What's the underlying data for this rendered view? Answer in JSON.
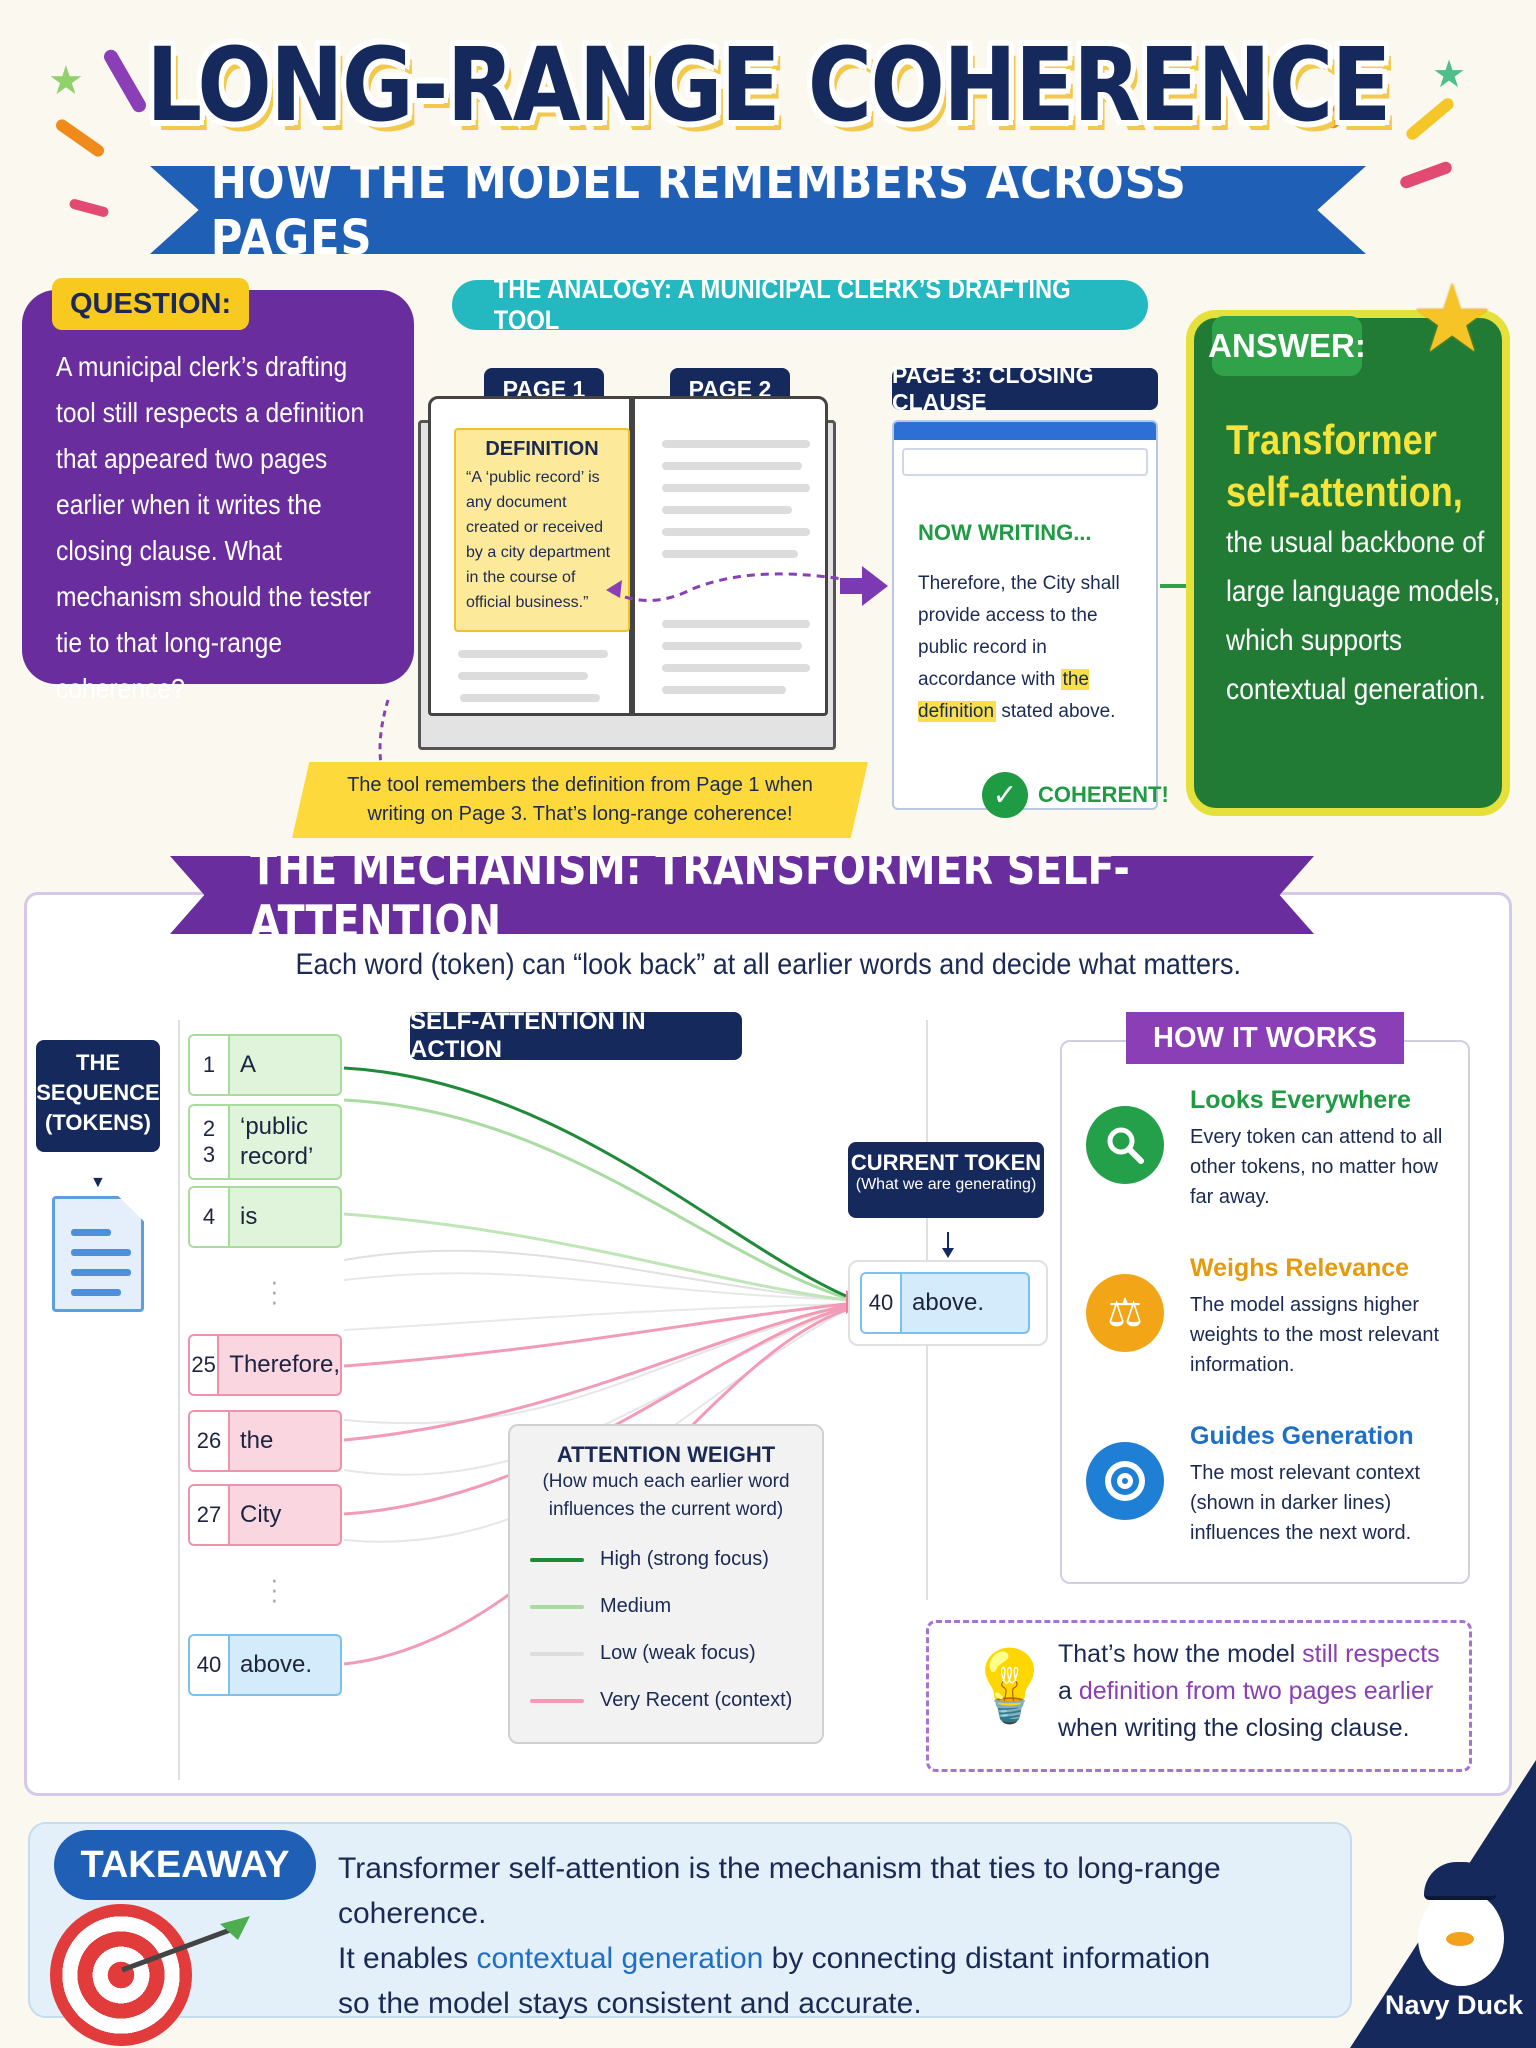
{
  "header": {
    "title": "LONG-RANGE COHERENCE",
    "subtitle": "HOW THE MODEL REMEMBERS ACROSS PAGES"
  },
  "question": {
    "tag": "QUESTION:",
    "text": "A municipal clerk’s drafting tool still respects a definition that appeared two pages earlier when it writes the closing clause. What mechanism should the tester tie to that long-range coherence?"
  },
  "analogy": {
    "title": "THE ANALOGY: A MUNICIPAL CLERK’S DRAFTING TOOL",
    "page1_label": "PAGE 1",
    "page2_label": "PAGE 2",
    "page3_label": "PAGE 3: CLOSING CLAUSE",
    "definition_title": "DEFINITION",
    "definition_text": "“A ‘public record’ is any document created or received by a city department in the course of official business.”",
    "now_writing": "NOW WRITING...",
    "closing_before": "Therefore, the City shall provide access to the public record in accordance with ",
    "closing_highlight": "the definition",
    "closing_after": " stated above.",
    "coherent_label": "COHERENT!",
    "caption": "The tool remembers the definition from Page 1 when writing on Page 3. That’s long-range coherence!"
  },
  "answer": {
    "tag": "ANSWER:",
    "headline": "Transformer self-attention,",
    "text": "the usual backbone of large language models, which supports contextual generation."
  },
  "mechanism": {
    "title": "THE MECHANISM: TRANSFORMER SELF-ATTENTION",
    "subtitle": "Each word (token) can “look back” at all earlier words and decide what matters.",
    "sequence_tag": "THE SEQUENCE (TOKENS)",
    "action_title": "SELF-ATTENTION IN ACTION",
    "tokens": [
      {
        "num": "1",
        "word": "A",
        "tier": "green"
      },
      {
        "num": "2",
        "num2": "3",
        "word": "‘public record’",
        "tier": "green"
      },
      {
        "num": "4",
        "word": "is",
        "tier": "green"
      },
      {
        "num": "25",
        "word": "Therefore,",
        "tier": "pink"
      },
      {
        "num": "26",
        "word": "the",
        "tier": "pink"
      },
      {
        "num": "27",
        "word": "City",
        "tier": "pink"
      },
      {
        "num": "40",
        "word": "above.",
        "tier": "blue"
      }
    ],
    "current_token": {
      "title": "CURRENT TOKEN",
      "subtitle": "(What we are generating)",
      "num": "40",
      "word": "above."
    },
    "legend": {
      "title": "ATTENTION WEIGHT",
      "subtitle": "(How much each earlier word influences the current word)",
      "items": [
        {
          "label": "High (strong focus)",
          "color": "#1f8a3a"
        },
        {
          "label": "Medium",
          "color": "#a8dca0"
        },
        {
          "label": "Low (weak focus)",
          "color": "#dddddd"
        },
        {
          "label": "Very Recent (context)",
          "color": "#f39bb6"
        }
      ]
    },
    "how_it_works": {
      "title": "HOW IT WORKS",
      "items": [
        {
          "heading": "Looks Everywhere",
          "text": "Every token can attend to all other tokens, no matter how far away.",
          "icon": "magnifier-icon",
          "color": "#24a04a"
        },
        {
          "heading": "Weighs Relevance",
          "text": "The model assigns higher weights to the most relevant information.",
          "icon": "scale-icon",
          "color": "#f2a516"
        },
        {
          "heading": "Guides Generation",
          "text": "The most relevant context (shown in darker lines) influences the next word.",
          "icon": "target-icon",
          "color": "#1f7fd4"
        }
      ]
    },
    "tip": {
      "t1": "That’s how the model ",
      "t2": "still respects",
      "t3": " a ",
      "t4": "definition from two pages earlier",
      "t5": " when writing the closing clause."
    }
  },
  "takeaway": {
    "tag": "TAKEAWAY",
    "line1": "Transformer self-attention is the mechanism that ties to long-range coherence.",
    "line2a": "It enables ",
    "line2b": "contextual generation",
    "line2c": " by connecting distant information",
    "line3": "so the model stays consistent and accurate."
  },
  "brand": "Navy Duck"
}
